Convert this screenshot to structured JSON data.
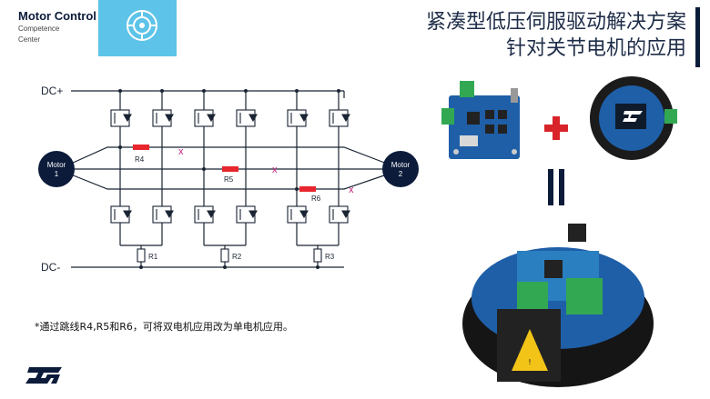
{
  "brand": {
    "title": "Motor Control",
    "subtitle_line1": "Competence",
    "subtitle_line2": "Center",
    "box_color": "#5dc3e8"
  },
  "title": {
    "line1": "紧凑型低压伺服驱动解决方案",
    "line2": "针对关节电机的应用"
  },
  "schematic": {
    "dc_plus": "DC+",
    "dc_minus": "DC-",
    "motor1_line1": "Motor",
    "motor1_line2": "1",
    "motor2_line1": "Motor",
    "motor2_line2": "2",
    "r4": "R4",
    "r5": "R5",
    "r6": "R6",
    "r1": "R1",
    "r2": "R2",
    "r3": "R3",
    "cut_mark": "x",
    "jumper_color": "#e8262d",
    "cut_color": "#c0207c"
  },
  "note": "*通过跳线R4,R5和R6，可将双电机应用改为单电机应用。",
  "plus_symbol_color": "#d8232a",
  "icons": {
    "brand": "motor-gear-icon",
    "logo": "st-logo",
    "plus": "plus-icon",
    "equals": "equals-icon"
  }
}
